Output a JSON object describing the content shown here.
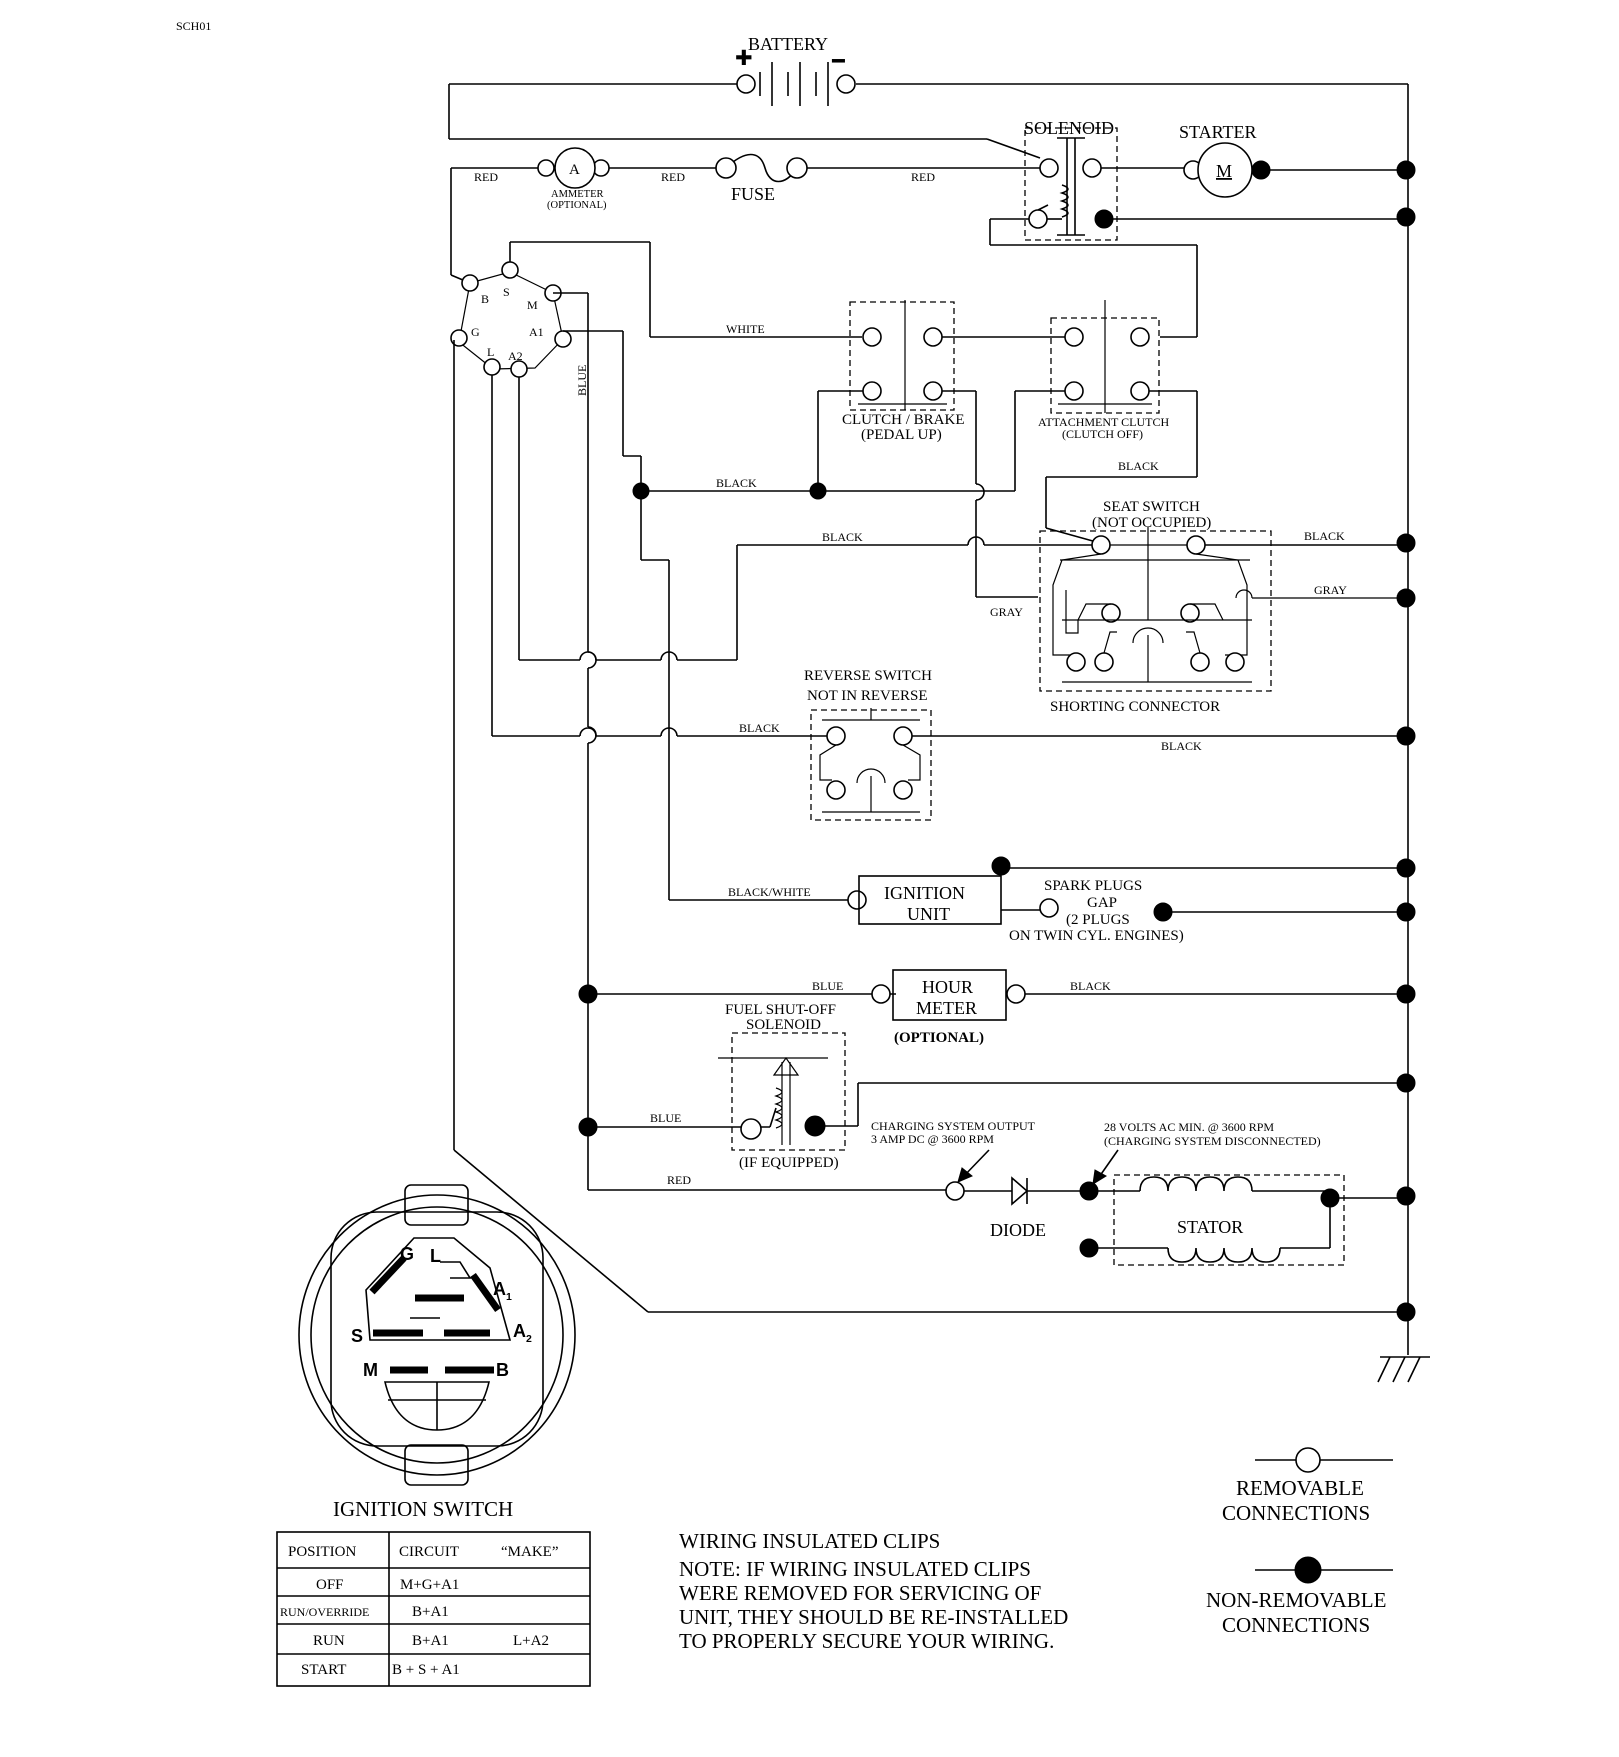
{
  "corner_code": "SCH01",
  "components": {
    "battery": "BATTERY",
    "solenoid": "SOLENOID",
    "starter": "STARTER",
    "starter_motor_letter": "M",
    "ammeter_letter": "A",
    "ammeter": "AMMETER",
    "ammeter_optional": "(OPTIONAL)",
    "fuse": "FUSE",
    "clutch_brake": "CLUTCH / BRAKE",
    "clutch_brake_state": "(PEDAL UP)",
    "attachment_clutch": "ATTACHMENT CLUTCH",
    "attachment_clutch_state": "(CLUTCH OFF)",
    "seat_switch": "SEAT SWITCH",
    "seat_switch_state": "(NOT OCCUPIED)",
    "shorting_connector": "SHORTING CONNECTOR",
    "reverse_switch": "REVERSE SWITCH",
    "reverse_switch_state": "NOT IN REVERSE",
    "ignition_unit_1": "IGNITION",
    "ignition_unit_2": "UNIT",
    "spark_plugs_1": "SPARK PLUGS",
    "spark_plugs_2": "GAP",
    "spark_plugs_3": "(2 PLUGS",
    "spark_plugs_4": "ON TWIN CYL. ENGINES)",
    "hour_meter_1": "HOUR",
    "hour_meter_2": "METER",
    "hour_meter_optional": "(OPTIONAL)",
    "fuel_solenoid_1": "FUEL SHUT-OFF",
    "fuel_solenoid_2": "SOLENOID",
    "fuel_solenoid_equipped": "(IF EQUIPPED)",
    "charging_output_1": "CHARGING SYSTEM OUTPUT",
    "charging_output_2": "3 AMP DC @ 3600 RPM",
    "stator_volts_1": "28 VOLTS AC MIN. @ 3600 RPM",
    "stator_volts_2": "(CHARGING SYSTEM DISCONNECTED)",
    "diode": "DIODE",
    "stator": "STATOR",
    "ignition_switch": "IGNITION SWITCH"
  },
  "wire_colors": {
    "red": "RED",
    "white": "WHITE",
    "blue": "BLUE",
    "black": "BLACK",
    "gray": "GRAY",
    "black_white": "BLACK/WHITE"
  },
  "ignition_terminals": {
    "B": "B",
    "S": "S",
    "M": "M",
    "G": "G",
    "A1": "A1",
    "L": "L",
    "A2": "A2"
  },
  "switch_face": {
    "G": "G",
    "L": "L",
    "A1": "A",
    "A1_sub": "1",
    "S": "S",
    "A2": "A",
    "A2_sub": "2",
    "M": "M",
    "B": "B"
  },
  "table": {
    "headers": [
      "POSITION",
      "CIRCUIT",
      "“MAKE”"
    ],
    "rows": [
      {
        "position": "OFF",
        "circuit": "M+G+A1",
        "extra": ""
      },
      {
        "position": "RUN/OVERRIDE",
        "circuit": "B+A1",
        "extra": ""
      },
      {
        "position": "RUN",
        "circuit": "B+A1",
        "extra": "L+A2"
      },
      {
        "position": "START",
        "circuit": "B + S + A1",
        "extra": ""
      }
    ]
  },
  "note": {
    "title": "WIRING INSULATED CLIPS",
    "lines": [
      "NOTE:  IF WIRING INSULATED CLIPS",
      "WERE REMOVED FOR SERVICING OF",
      "UNIT, THEY SHOULD BE RE-INSTALLED",
      "TO PROPERLY SECURE YOUR WIRING."
    ]
  },
  "legend": {
    "removable_1": "REMOVABLE",
    "removable_2": "CONNECTIONS",
    "nonremovable_1": "NON-REMOVABLE",
    "nonremovable_2": "CONNECTIONS"
  }
}
